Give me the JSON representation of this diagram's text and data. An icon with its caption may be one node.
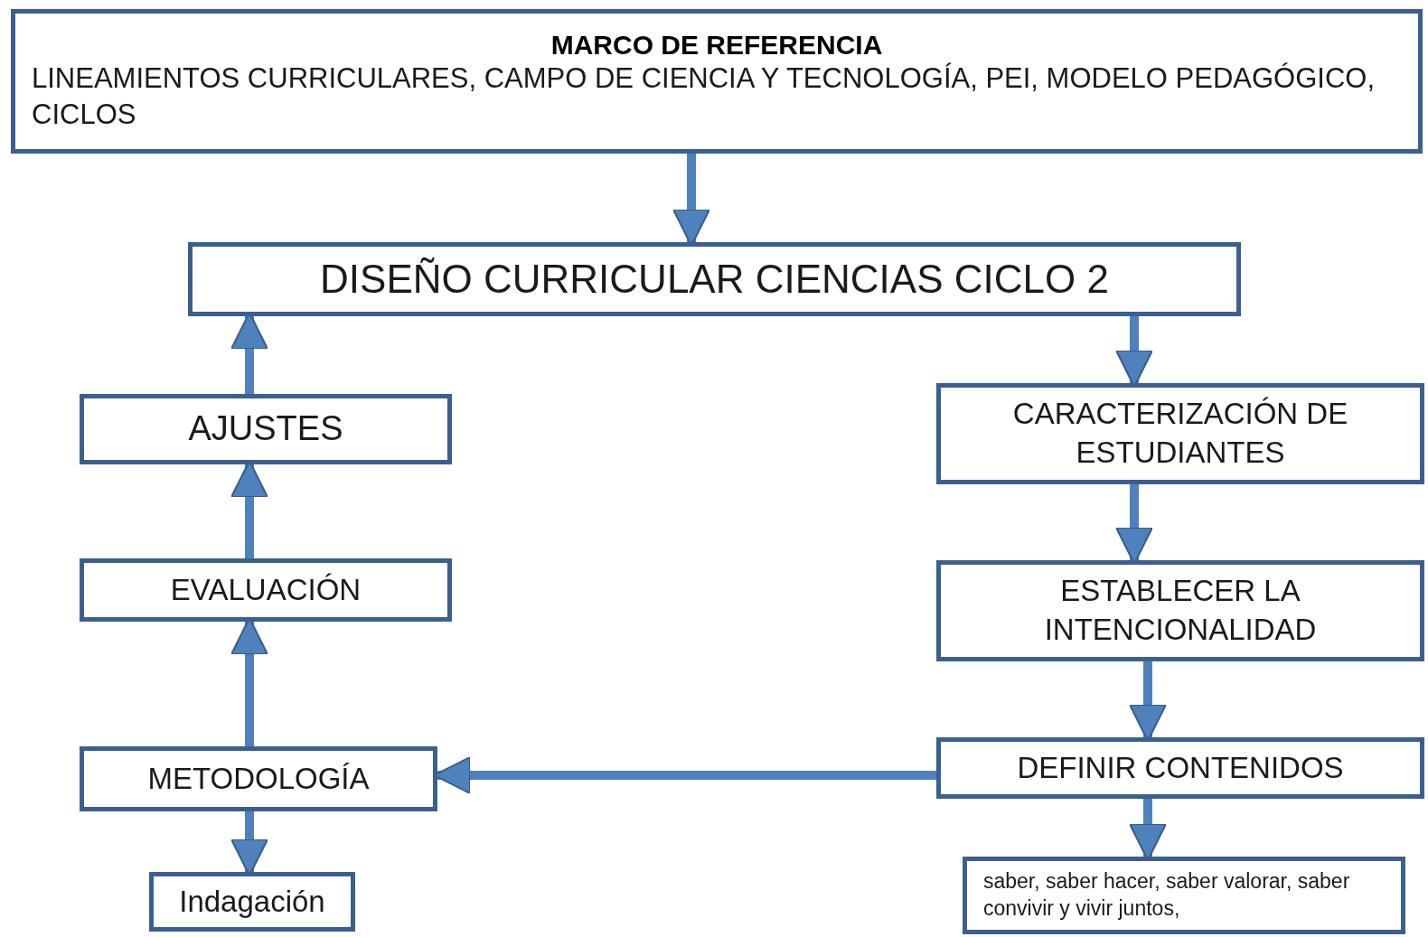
{
  "diagram": {
    "nodes": [
      {
        "text": [
          "MARCO DE REFERENCIA",
          "LINEAMIENTOS CURRICULARES, CAMPO DE CIENCIA Y TECNOLOGÍA, PEI, MODELO PEDAGÓGICO, CICLOS"
        ]
      },
      {
        "text": [
          "DISEÑO CURRICULAR CIENCIAS CICLO 2"
        ]
      },
      {
        "text": [
          "AJUSTES"
        ]
      },
      {
        "text": [
          "EVALUACIÓN"
        ]
      },
      {
        "text": [
          "METODOLOGÍA"
        ]
      },
      {
        "text": [
          "Indagación"
        ]
      },
      {
        "text": [
          "CARACTERIZACIÓN DE ESTUDIANTES"
        ]
      },
      {
        "text": [
          "ESTABLECER LA INTENCIONALIDAD"
        ]
      },
      {
        "text": [
          "DEFINIR CONTENIDOS"
        ]
      },
      {
        "text": [
          "saber, saber hacer, saber valorar, saber convivir y vivir juntos,"
        ]
      }
    ],
    "edges": [
      {
        "from": 0,
        "to": 1,
        "arrow": "to"
      },
      {
        "from": 1,
        "to": 6,
        "arrow": "to"
      },
      {
        "from": 6,
        "to": 7,
        "arrow": "to"
      },
      {
        "from": 7,
        "to": 8,
        "arrow": "to"
      },
      {
        "from": 8,
        "to": 9,
        "arrow": "to"
      },
      {
        "from": 8,
        "to": 4,
        "arrow": "to"
      },
      {
        "from": 4,
        "to": 5,
        "arrow": "to"
      },
      {
        "from": 4,
        "to": 3,
        "arrow": "to"
      },
      {
        "from": 3,
        "to": 2,
        "arrow": "to"
      },
      {
        "from": 2,
        "to": 1,
        "arrow": "to"
      }
    ]
  }
}
